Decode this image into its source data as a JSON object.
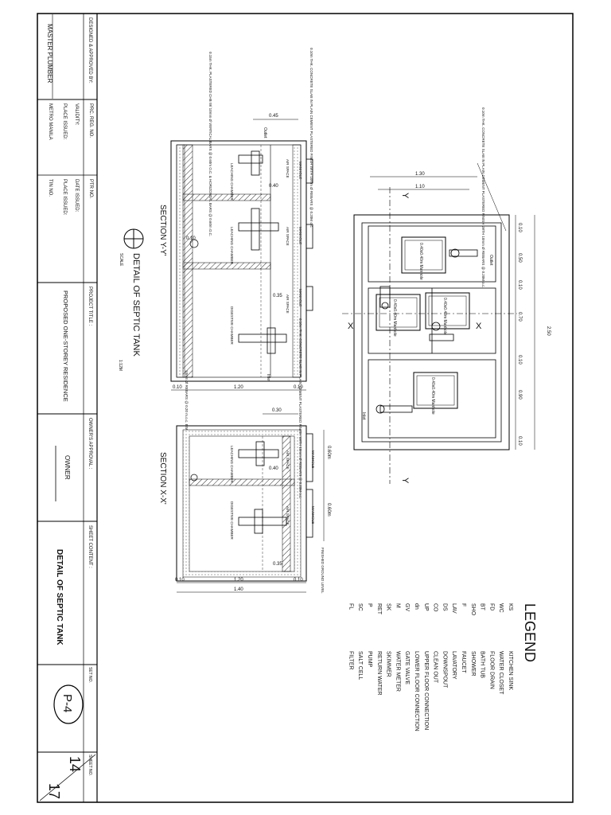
{
  "title_block": {
    "designer_label": "DESIGNED & APPROVED BY:",
    "master_plumber": "MASTER PLUMBER",
    "prc_reg_no": "PRC. REG. NO.",
    "validity": "VALIDITY:",
    "place_issued_1": "PLACE ISSUED:",
    "metro_manila": "METRO MANILA",
    "ptr_no": "PTR NO.",
    "date_issued_1": "DATE ISSUED:",
    "place_issued_2": "PLACE ISSUED:",
    "tin_no": "TIN NO.",
    "project_title_label": "PROJECT TITLE :",
    "project_title": "PROPOSED ONE-STOREY RESIDENCE",
    "owner_label": "OWNER'S APPROVAL :",
    "owner": "OWNER",
    "sheet_content_label": "SHEET CONTENT :",
    "sheet_content": "DETAIL OF SEPTIC TANK",
    "set_no_label": "SET NO.",
    "set_no": "P-4",
    "sheet_no_label": "SHEET NO.",
    "sheet_no": "14",
    "sheet_total": "17"
  },
  "legend": {
    "title": "LEGEND",
    "items": [
      {
        "code": "KS",
        "desc": "KITCHEN SINK"
      },
      {
        "code": "WC",
        "desc": "WATER CLOSET"
      },
      {
        "code": "FD",
        "desc": "FLOOR DRAIN"
      },
      {
        "code": "BT",
        "desc": "BATH TUB"
      },
      {
        "code": "SHO",
        "desc": "SHOWER"
      },
      {
        "code": "F",
        "desc": "FAUCET"
      },
      {
        "code": "LAV",
        "desc": "LAVATORY"
      },
      {
        "code": "DS",
        "desc": "DOWNSPOUT"
      },
      {
        "code": "CO",
        "desc": "CLEAN OUT"
      },
      {
        "code": "UP",
        "desc": "UPPER FLOOR CONNECTION"
      },
      {
        "code": "dn",
        "desc": "LOWER FLOOR CONNECTION"
      },
      {
        "code": "GV",
        "desc": "GATE VALVE"
      },
      {
        "code": "M",
        "desc": "WATER METER"
      },
      {
        "code": "SK",
        "desc": "SKIMMER"
      },
      {
        "code": "RET",
        "desc": "RETURN WATER"
      },
      {
        "code": "P",
        "desc": "PUMP"
      },
      {
        "code": "SC",
        "desc": "SALT CELL"
      },
      {
        "code": "FL",
        "desc": "FILTER"
      }
    ]
  },
  "drawing": {
    "detail_title": "DETAIL OF SEPTIC TANK",
    "scale_label": "SCALE",
    "scale_value": "1:12M",
    "section_yy": "SECTION Y-Y'",
    "section_xx": "SECTION X-X'",
    "air_space": "AIR SPACE",
    "manhole": "MANHOLE",
    "leaching_chamber": "LEACHING CHAMBER",
    "digestive_chamber": "DIGESTIVE CHAMBER",
    "inlet": "Inlet",
    "outlet": "Outlet",
    "manhole_cover": "0.40x0.40m Manhole",
    "mark_x": "X",
    "mark_y": "Y",
    "note_slab_top": "0.10m THK. CONCRETE SLAB IN PLAIN CEMENT PLASTERED FINISH WITH 10mm Ø REBARS @ 0.20M o.c.",
    "note_wall_chb": "0.15m THK. PLASTERED CHB W/ 10mm Ø VERTICAL BARS @ 0.60m O.C. & HORIZONTAL BARS @ 0.60m O.C.",
    "note_slab_plan": "0.10m THK. CONCRETE SLAB IN PLAIN CEMENT PLASTERED FINISH WITH 10mm Ø REBARS @ 0.20M o.c.",
    "note_slab_mid": "0.10m THK. CONCRETE SLAB IN PLAIN CEMENT PLASTERED FINISH WITH 10mm Ø REBARS @ 0.20M o.c.",
    "note_rebars": "10mm Ø REBARS @ 0.20 m.o.c. BW",
    "finished_grade": "FINISHED GROUND LEVEL",
    "dims": {
      "plan_130": "1.30",
      "plan_110": "1.10",
      "plan_250": "2.50",
      "plan_010a": "0.10",
      "plan_050": "0.50",
      "plan_010b": "0.10",
      "plan_070": "0.70",
      "plan_010c": "0.10",
      "plan_090": "0.90",
      "plan_010d": "0.10",
      "yy_045": "0.45",
      "yy_040": "0.40",
      "yy_010": "0.10",
      "yy_035": "0.35",
      "yy_010a": "0.10",
      "yy_120": "1.20",
      "yy_010b": "0.10",
      "yy_030": "0.30",
      "xx_060a": "0.60m",
      "xx_060b": "0.60m",
      "xx_040": "0.40",
      "xx_035": "0.35",
      "xx_010a": "0.10",
      "xx_120": "1.20",
      "xx_010b": "0.10",
      "xx_140": "1.40"
    }
  }
}
